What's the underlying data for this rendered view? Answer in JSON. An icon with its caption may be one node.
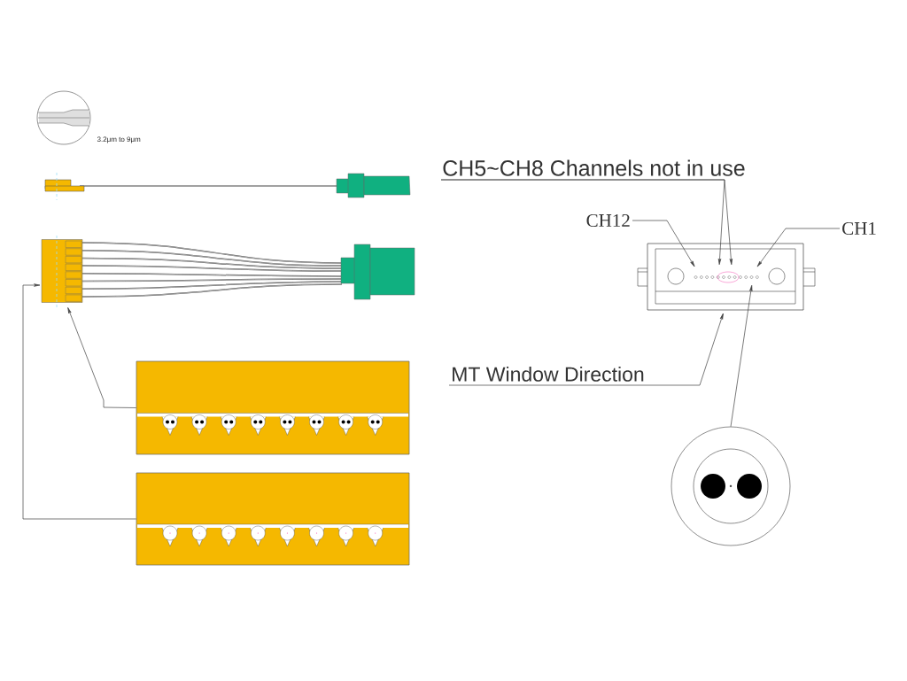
{
  "diagram": {
    "nodes": [
      {
        "text": [],
        "shape": "box"
      },
      {
        "text": [],
        "shape": "box"
      },
      {
        "text": [],
        "shape": "box"
      },
      {
        "text": [
          "CH5~CH8 Channels not in use"
        ]
      },
      {
        "text": [
          "CH12"
        ]
      },
      {
        "text": [
          "CH1"
        ]
      },
      {
        "text": [],
        "shape": "box"
      },
      {
        "text": [
          "MT Window Direction"
        ]
      },
      {
        "text": [],
        "shape": "circle"
      }
    ],
    "edges": [
      {
        "from": 1,
        "to": 0,
        "arrow": "to"
      },
      {
        "from": 2,
        "to": 0,
        "arrow": "to"
      },
      {
        "from": 3,
        "to": 6,
        "arrow": "to"
      },
      {
        "from": 3,
        "to": 6,
        "arrow": "to"
      },
      {
        "from": 4,
        "to": 6,
        "arrow": "to"
      },
      {
        "from": 5,
        "to": 6,
        "arrow": "to"
      },
      {
        "from": 7,
        "to": 6,
        "arrow": "to"
      },
      {
        "from": 8,
        "to": 6,
        "arrow": "to"
      }
    ],
    "labels": [
      "3.2μm to 9μm"
    ]
  }
}
